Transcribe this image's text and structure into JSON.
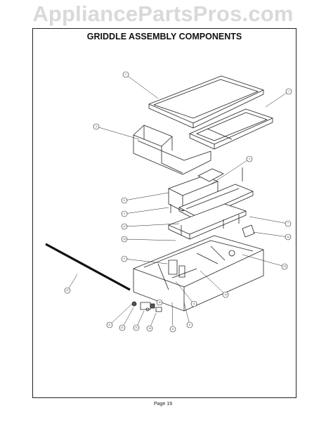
{
  "watermark": "AppliancePartsPros.com",
  "title": "GRIDDLE ASSEMBLY COMPONENTS",
  "footer": "Page 19",
  "callouts": [
    "2",
    "1",
    "5",
    "3",
    "8",
    "4",
    "12",
    "7",
    "13",
    "14",
    "9",
    "22",
    "23",
    "8",
    "10",
    "6",
    "11",
    "15",
    "16",
    "21"
  ]
}
